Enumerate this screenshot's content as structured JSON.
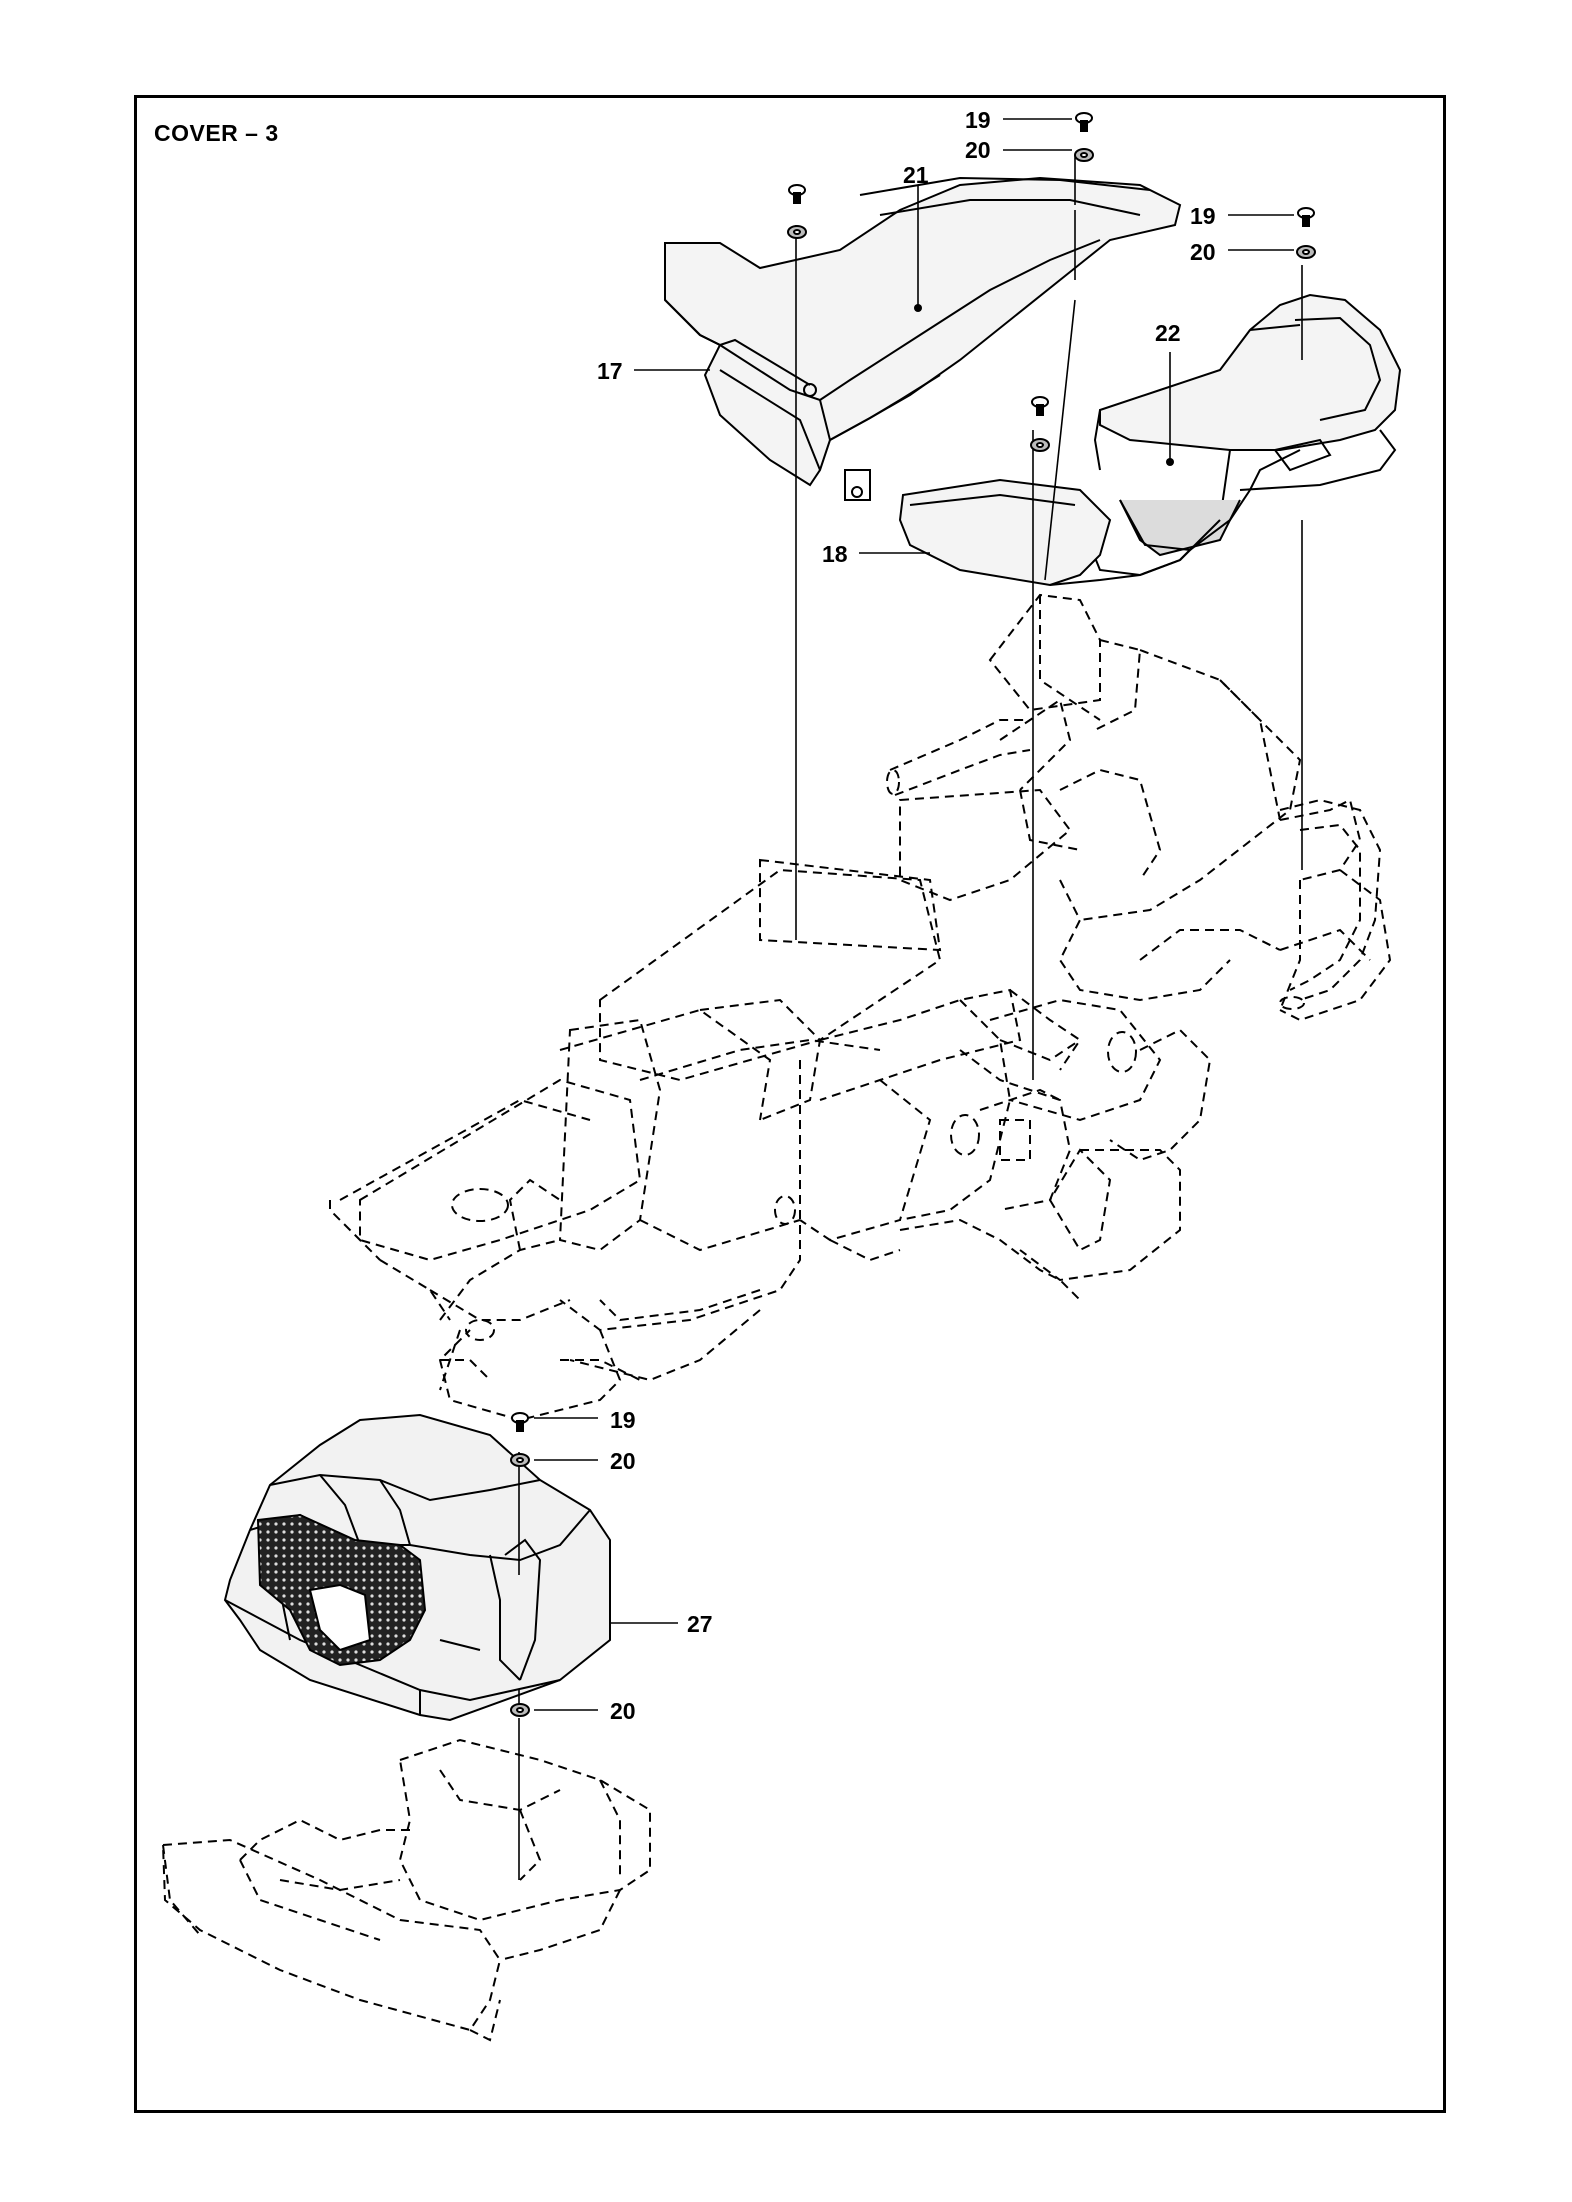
{
  "title": "COVER – 3",
  "callouts": {
    "c19a": "19",
    "c20a": "20",
    "c21": "21",
    "c19b": "19",
    "c20b": "20",
    "c22": "22",
    "c17": "17",
    "c18": "18",
    "c19c": "19",
    "c20c": "20",
    "c27": "27",
    "c20d": "20"
  }
}
